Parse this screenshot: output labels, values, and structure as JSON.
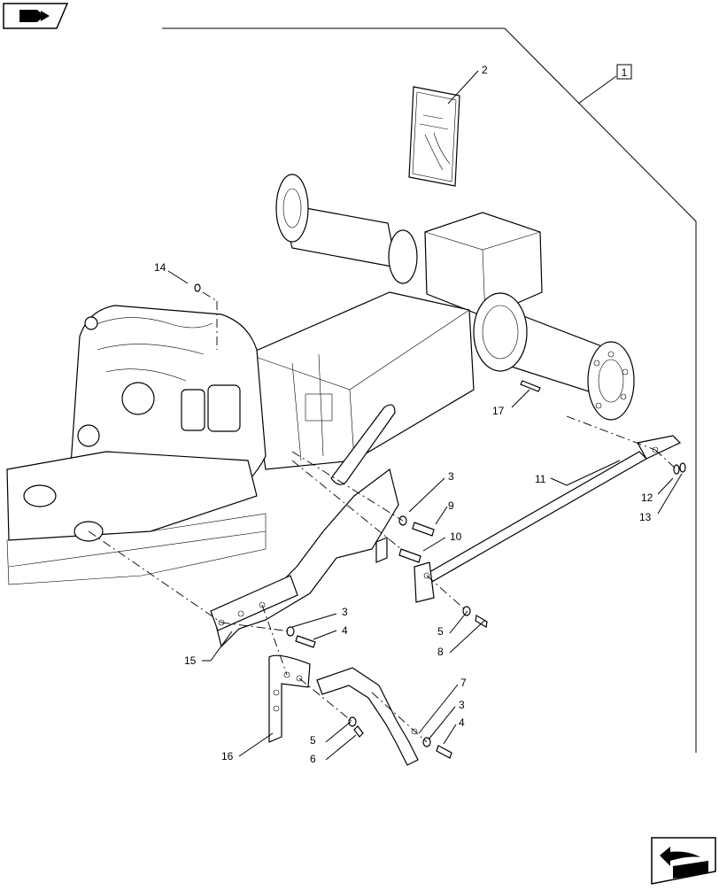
{
  "nav": {
    "prev_icon": "book-forward-icon",
    "next_icon": "page-turn-icon"
  },
  "assembly": {
    "label": "1"
  },
  "decal": {
    "title_line1": "▬▬▬",
    "title_line2": "▬▬▬▬▬▬"
  },
  "callouts": [
    {
      "id": "2",
      "text": "2"
    },
    {
      "id": "14",
      "text": "14"
    },
    {
      "id": "17",
      "text": "17"
    },
    {
      "id": "11",
      "text": "11"
    },
    {
      "id": "12",
      "text": "12"
    },
    {
      "id": "13",
      "text": "13"
    },
    {
      "id": "3a",
      "text": "3"
    },
    {
      "id": "9",
      "text": "9"
    },
    {
      "id": "10",
      "text": "10"
    },
    {
      "id": "3b",
      "text": "3"
    },
    {
      "id": "4a",
      "text": "4"
    },
    {
      "id": "15",
      "text": "15"
    },
    {
      "id": "5a",
      "text": "5"
    },
    {
      "id": "8",
      "text": "8"
    },
    {
      "id": "7",
      "text": "7"
    },
    {
      "id": "3c",
      "text": "3"
    },
    {
      "id": "4b",
      "text": "4"
    },
    {
      "id": "5b",
      "text": "5"
    },
    {
      "id": "6",
      "text": "6"
    },
    {
      "id": "16",
      "text": "16"
    }
  ]
}
